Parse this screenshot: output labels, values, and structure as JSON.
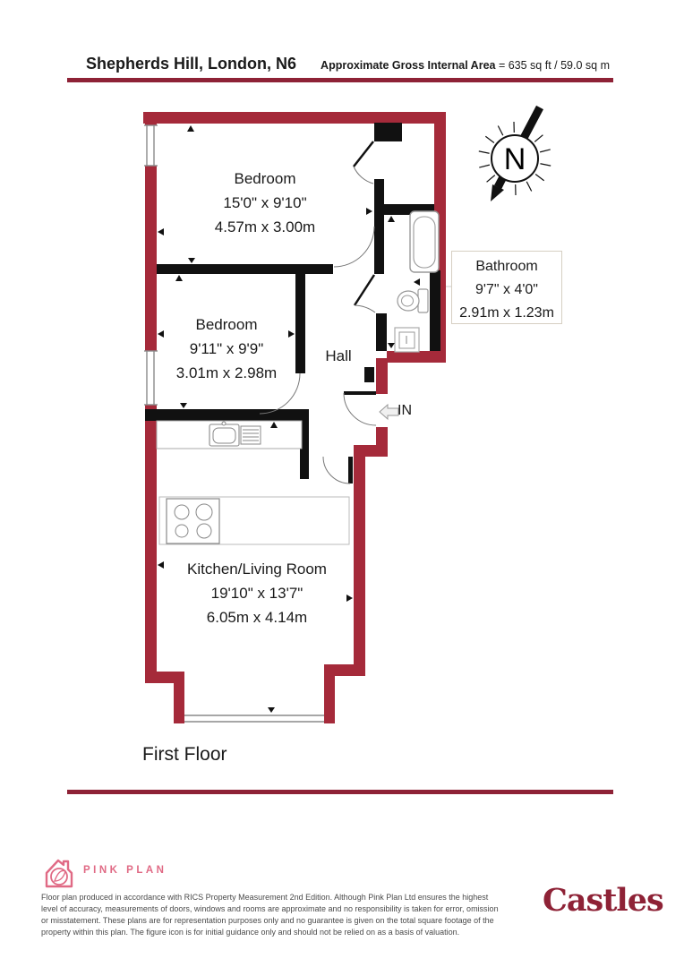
{
  "header": {
    "title": "Shepherds Hill, London, N6",
    "area_label": "Approximate Gross Internal Area",
    "area_value": " = 635 sq ft / 59.0 sq m"
  },
  "rooms": {
    "bedroom1": {
      "name": "Bedroom",
      "imperial": "15'0\" x 9'10\"",
      "metric": "4.57m x 3.00m"
    },
    "bedroom2": {
      "name": "Bedroom",
      "imperial": "9'11\" x 9'9\"",
      "metric": "3.01m x 2.98m"
    },
    "bathroom": {
      "name": "Bathroom",
      "imperial": "9'7\" x 4'0\"",
      "metric": "2.91m x 1.23m"
    },
    "kitchen": {
      "name": "Kitchen/Living Room",
      "imperial": "19'10\" x 13'7\"",
      "metric": "6.05m x 4.14m"
    },
    "hall": {
      "name": "Hall"
    }
  },
  "plan": {
    "entrance_label": "IN",
    "compass_label": "N",
    "floor_label": "First Floor"
  },
  "footer": {
    "brand": "PINK PLAN",
    "agency": "Castles",
    "disclaimer_lines": [
      "Floor plan produced in accordance with RICS Property Measurement 2nd Edition. Although Pink Plan Ltd ensures the highest",
      "level of accuracy, measurements of doors, windows and rooms are approximate and no responsibility is taken for error, omission",
      "or misstatement. These plans are for representation purposes only and no guarantee is given on the total square footage of the",
      "property within this plan. The figure icon is for initial guidance only and should not be relied on as a basis of valuation."
    ]
  },
  "colors": {
    "wall_red": "#A52A3A",
    "rule_red": "#8E2236",
    "interior_black": "#111111",
    "pink": "#E06A85",
    "castles_red": "#8E2236"
  }
}
